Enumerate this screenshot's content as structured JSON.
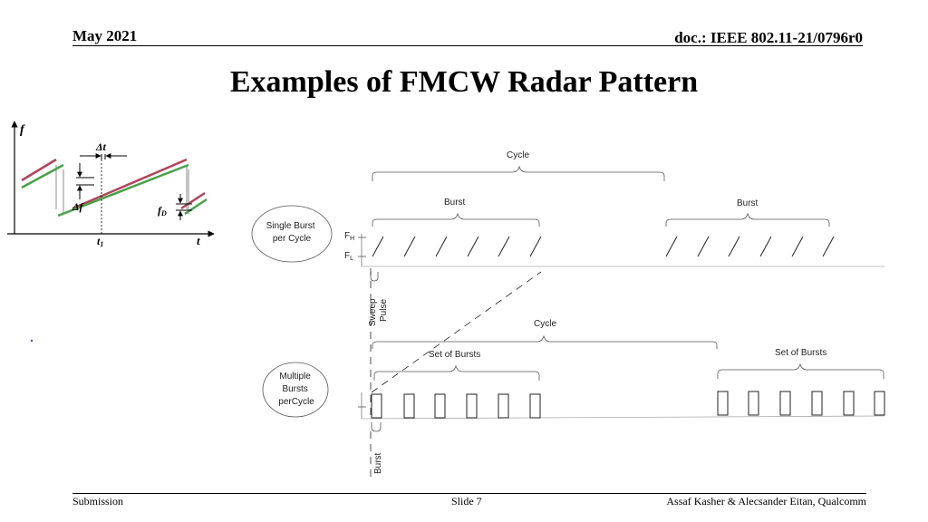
{
  "header": {
    "date": "May 2021",
    "doc": "doc.: IEEE 802.11-21/0796r0"
  },
  "title": "Examples of FMCW Radar Pattern",
  "footer": {
    "left": "Submission",
    "center": "Slide 7",
    "right": "Assaf Kasher & Alecsander Eitan, Qualcomm"
  },
  "inset": {
    "f": "f",
    "dt": "Δt",
    "df": "Δf",
    "fd_main": "f",
    "fd_sub": "D",
    "t1_main": "t",
    "t1_sub": "1",
    "t": "t"
  },
  "diagram": {
    "cycle_top": "Cycle",
    "burst_1": "Burst",
    "burst_2": "Burst",
    "single_burst": [
      "Single Burst",
      "per Cycle"
    ],
    "fh_main": "F",
    "fh_sub": "H",
    "fl_main": "F",
    "fl_sub": "L",
    "sweep": "Sweep",
    "pulse": "Pulse",
    "cycle_mid": "Cycle",
    "set_of_bursts_1": "Set of Bursts",
    "set_of_bursts_2": "Set of Bursts",
    "multiple": [
      "Multiple",
      "Bursts",
      "perCycle"
    ],
    "burst_vertical": "Burst"
  },
  "colors": {
    "red_chirp": "#b0445a",
    "green_chirp": "#4aa04a"
  }
}
